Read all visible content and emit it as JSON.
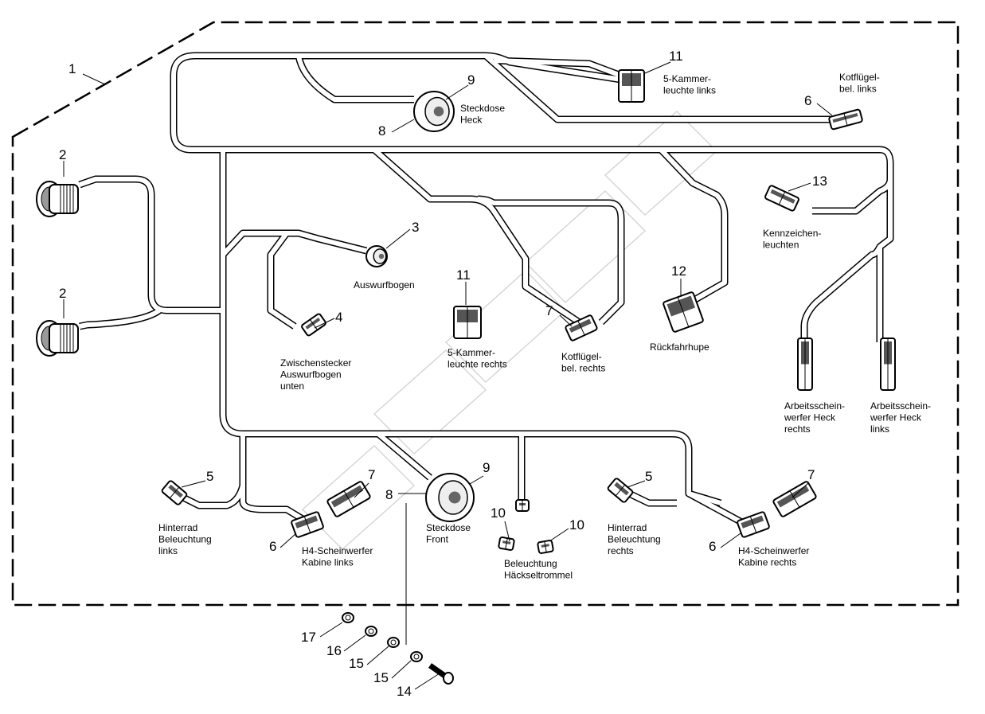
{
  "diagram": {
    "callouts": [
      {
        "id": "c1",
        "num": "1",
        "lines": []
      },
      {
        "id": "c2a",
        "num": "2",
        "lines": []
      },
      {
        "id": "c2b",
        "num": "2",
        "lines": []
      },
      {
        "id": "c3",
        "num": "3",
        "lines": [
          "Auswurfbogen"
        ]
      },
      {
        "id": "c4",
        "num": "4",
        "lines": [
          "Zwischenstecker",
          "Auswurfbogen",
          "unten"
        ]
      },
      {
        "id": "c11a",
        "num": "11",
        "lines": [
          "5-Kammer-",
          "leuchte rechts"
        ]
      },
      {
        "id": "c7a",
        "num": "7",
        "lines": [
          "Kotflügel-",
          "bel. rechts"
        ]
      },
      {
        "id": "c12",
        "num": "12",
        "lines": [
          "Rückfahrhupe"
        ]
      },
      {
        "id": "c13",
        "num": "13",
        "lines": [
          "Kennzeichen-",
          "leuchten"
        ]
      },
      {
        "id": "ahr",
        "num": "",
        "lines": [
          "Arbeitsschein-",
          "werfer Heck",
          "rechts"
        ]
      },
      {
        "id": "ahl",
        "num": "",
        "lines": [
          "Arbeitsschein-",
          "werfer Heck",
          "links"
        ]
      },
      {
        "id": "c11b",
        "num": "11",
        "lines": [
          "5-Kammer-",
          "leuchte links"
        ]
      },
      {
        "id": "c9a",
        "num": "9",
        "lines": []
      },
      {
        "id": "c8a",
        "num": "8",
        "lines": [
          "Steckdose",
          "Heck"
        ]
      },
      {
        "id": "c6a",
        "num": "6",
        "lines": [
          "Kotflügel-",
          "bel. links"
        ]
      },
      {
        "id": "c5a",
        "num": "5",
        "lines": [
          "Hinterrad",
          "Beleuchtung",
          "links"
        ]
      },
      {
        "id": "c7b",
        "num": "7",
        "lines": []
      },
      {
        "id": "c6b",
        "num": "6",
        "lines": [
          "H4-Scheinwerfer",
          "Kabine links"
        ]
      },
      {
        "id": "c9b",
        "num": "9",
        "lines": []
      },
      {
        "id": "c8b",
        "num": "8",
        "lines": [
          "Steckdose",
          "Front"
        ]
      },
      {
        "id": "c10a",
        "num": "10",
        "lines": []
      },
      {
        "id": "c10b",
        "num": "10",
        "lines": [
          "Beleuchtung",
          "Häckseltrommel"
        ]
      },
      {
        "id": "c5b",
        "num": "5",
        "lines": [
          "Hinterrad",
          "Beleuchtung",
          "rechts"
        ]
      },
      {
        "id": "c7c",
        "num": "7",
        "lines": []
      },
      {
        "id": "c6c",
        "num": "6",
        "lines": [
          "H4-Scheinwerfer",
          "Kabine rechts"
        ]
      },
      {
        "id": "c17",
        "num": "17",
        "lines": []
      },
      {
        "id": "c16",
        "num": "16",
        "lines": []
      },
      {
        "id": "c15a",
        "num": "15",
        "lines": []
      },
      {
        "id": "c15b",
        "num": "15",
        "lines": []
      },
      {
        "id": "c14",
        "num": "14",
        "lines": []
      }
    ]
  }
}
